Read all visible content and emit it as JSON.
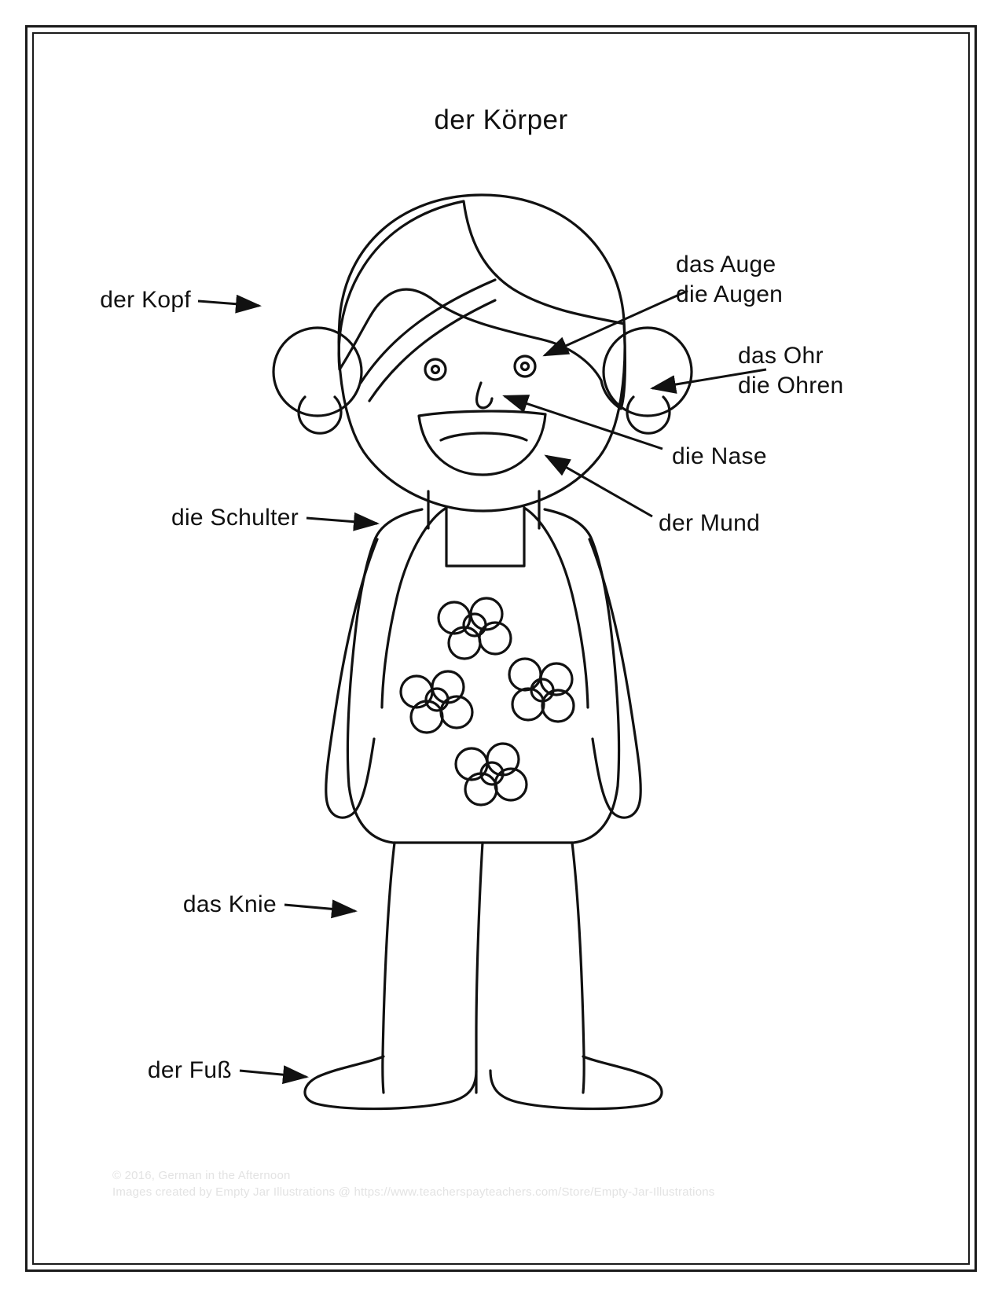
{
  "page": {
    "title": "der Körper",
    "background_color": "#ffffff",
    "ink_color": "#111111",
    "frame_color": "#1a1a1a"
  },
  "labels": {
    "head": {
      "line1": "der Kopf"
    },
    "shoulder": {
      "line1": "die Schulter"
    },
    "knee": {
      "line1": "das Knie"
    },
    "foot": {
      "line1": "der Fuß"
    },
    "eye": {
      "line1": "das Auge",
      "line2": "die Augen"
    },
    "ear": {
      "line1": "das Ohr",
      "line2": "die Ohren"
    },
    "nose": {
      "line1": "die Nase"
    },
    "mouth": {
      "line1": "der Mund"
    }
  },
  "footer": {
    "line1": "© 2016, German in the Afternoon",
    "line2": "Images created by Empty Jar Illustrations @ https://www.teacherspayteachers.com/Store/Empty-Jar-Illustrations",
    "color": "#e3e3e3"
  }
}
